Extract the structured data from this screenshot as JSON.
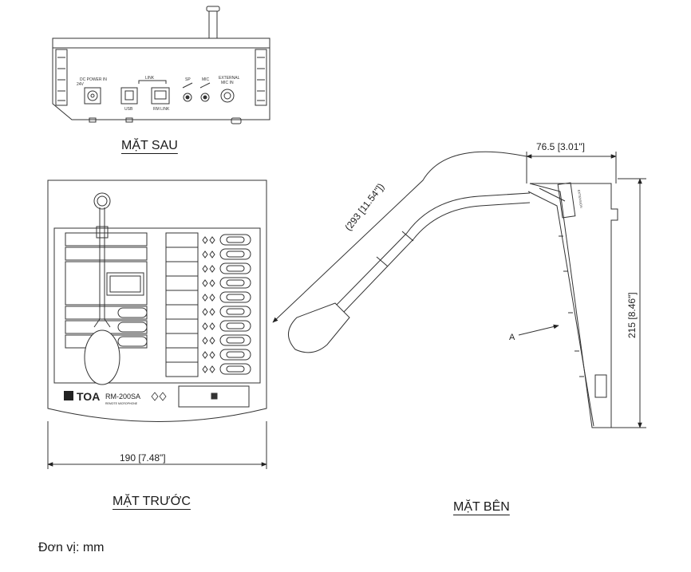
{
  "views": {
    "rear": "MẶT SAU",
    "front": "MẶT TRƯỚC",
    "side": "MẶT BÊN"
  },
  "unit_note": "Đơn vị: mm",
  "dimensions": {
    "front_width": "190 [7.48\"]",
    "side_depth": "76.5 [3.01\"]",
    "side_height": "215 [8.46\"]",
    "mic_length": "(293 [11.54\"])"
  },
  "callout": "A",
  "rear_panel": {
    "dc_power": "DC POWER IN",
    "dc_volt": "24V",
    "link": "LINK",
    "usb": "USB",
    "rm_link": "RM LINK",
    "sp": "SP",
    "mic": "MIC",
    "ext_mic_1": "EXTERNAL",
    "ext_mic_2": "MIC IN"
  },
  "front_panel": {
    "brand": "TOA",
    "model": "RM-200SA",
    "sub": "REMOTE MICROPHONE"
  },
  "side_panel": {
    "extension": "EXTENSION"
  }
}
